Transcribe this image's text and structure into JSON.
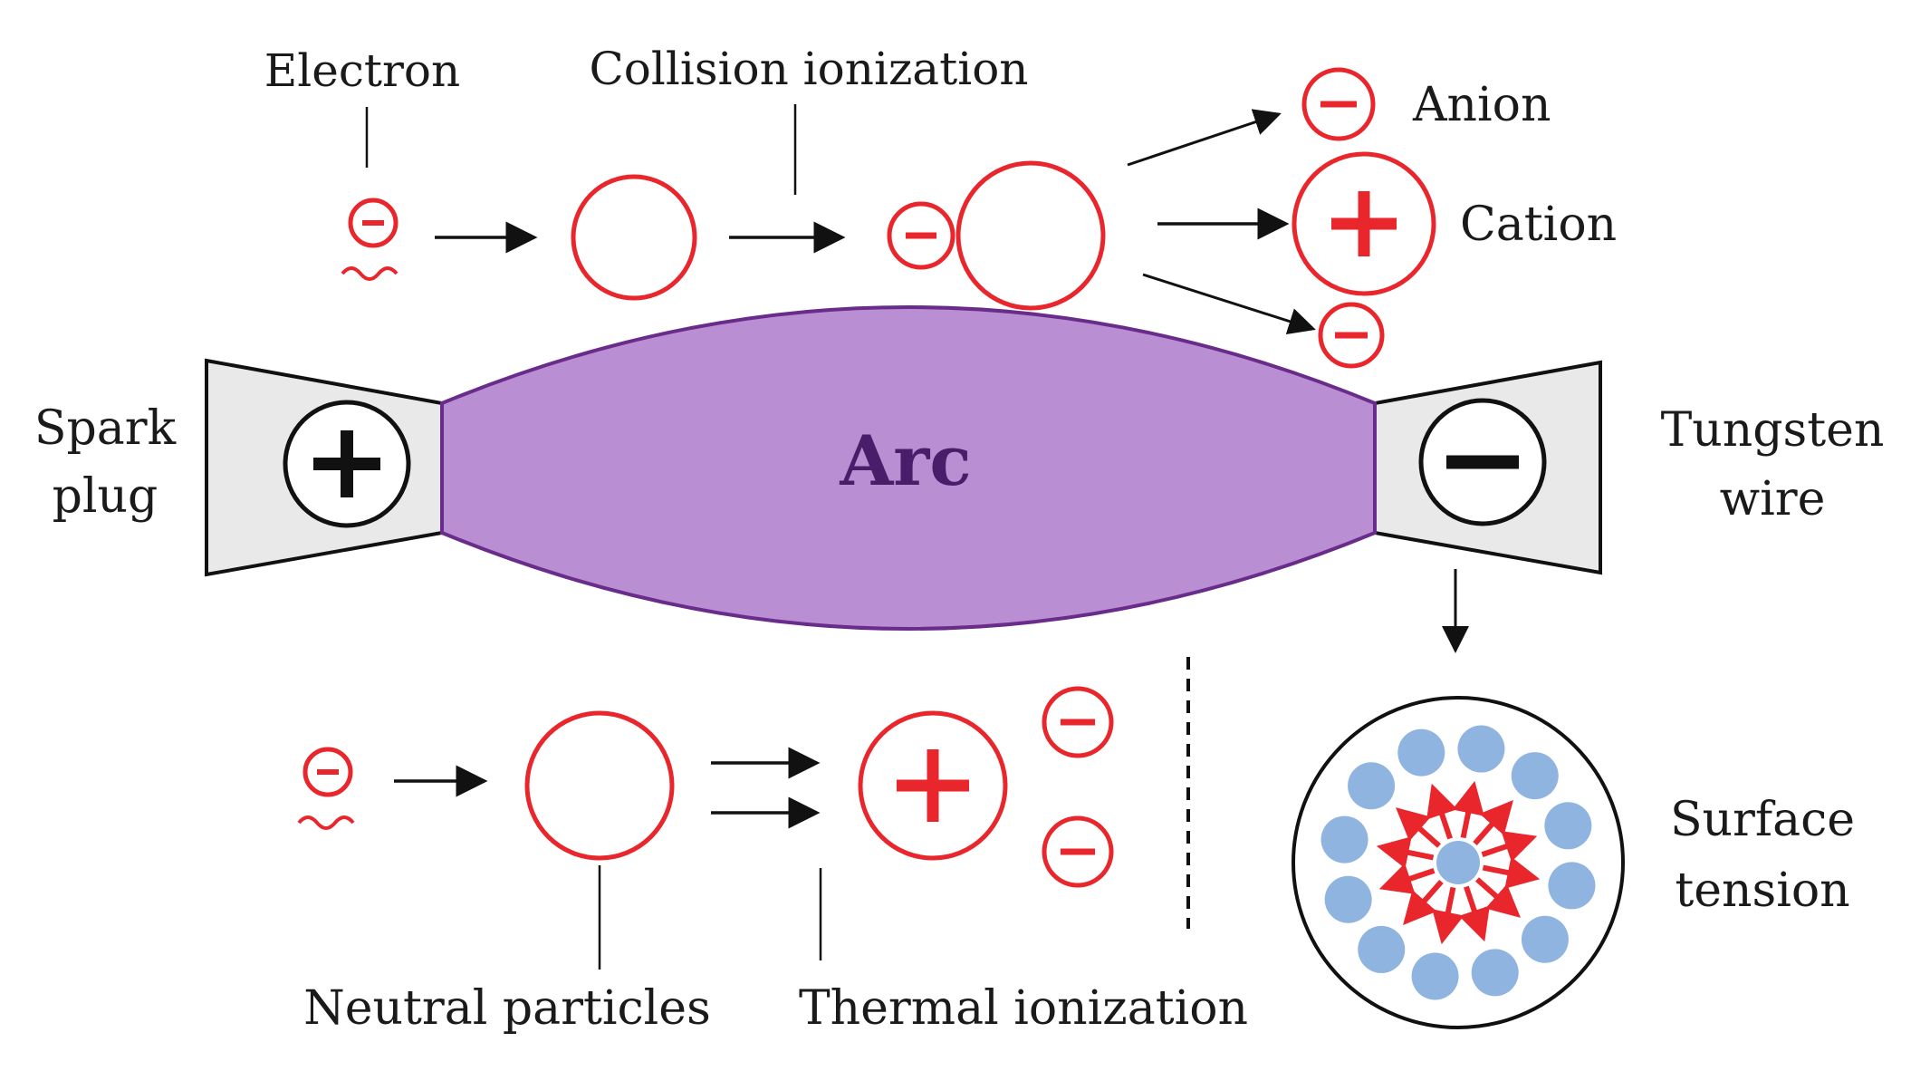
{
  "labels": {
    "electron": "Electron",
    "collision_ionization": "Collision ionization",
    "anion": "Anion",
    "cation": "Cation",
    "spark_plug_line1": "Spark",
    "spark_plug_line2": "plug",
    "arc": "Arc",
    "tungsten_line1": "Tungsten",
    "tungsten_line2": "wire",
    "neutral_particles": "Neutral particles",
    "thermal_ionization": "Thermal ionization",
    "surface_tension_line1": "Surface",
    "surface_tension_line2": "tension"
  },
  "colors": {
    "particle_red": "#e8262c",
    "arc_fill": "#b98ed3",
    "arc_stroke": "#6a2c8a",
    "arc_text": "#4a1d6b",
    "electrode_fill": "#e9e9e9",
    "droplet_blue": "#8fb4e0",
    "ink": "#111111"
  },
  "icons": {
    "electron": "minus-circle-icon",
    "cation": "plus-circle-icon",
    "neutral": "empty-circle-icon"
  }
}
